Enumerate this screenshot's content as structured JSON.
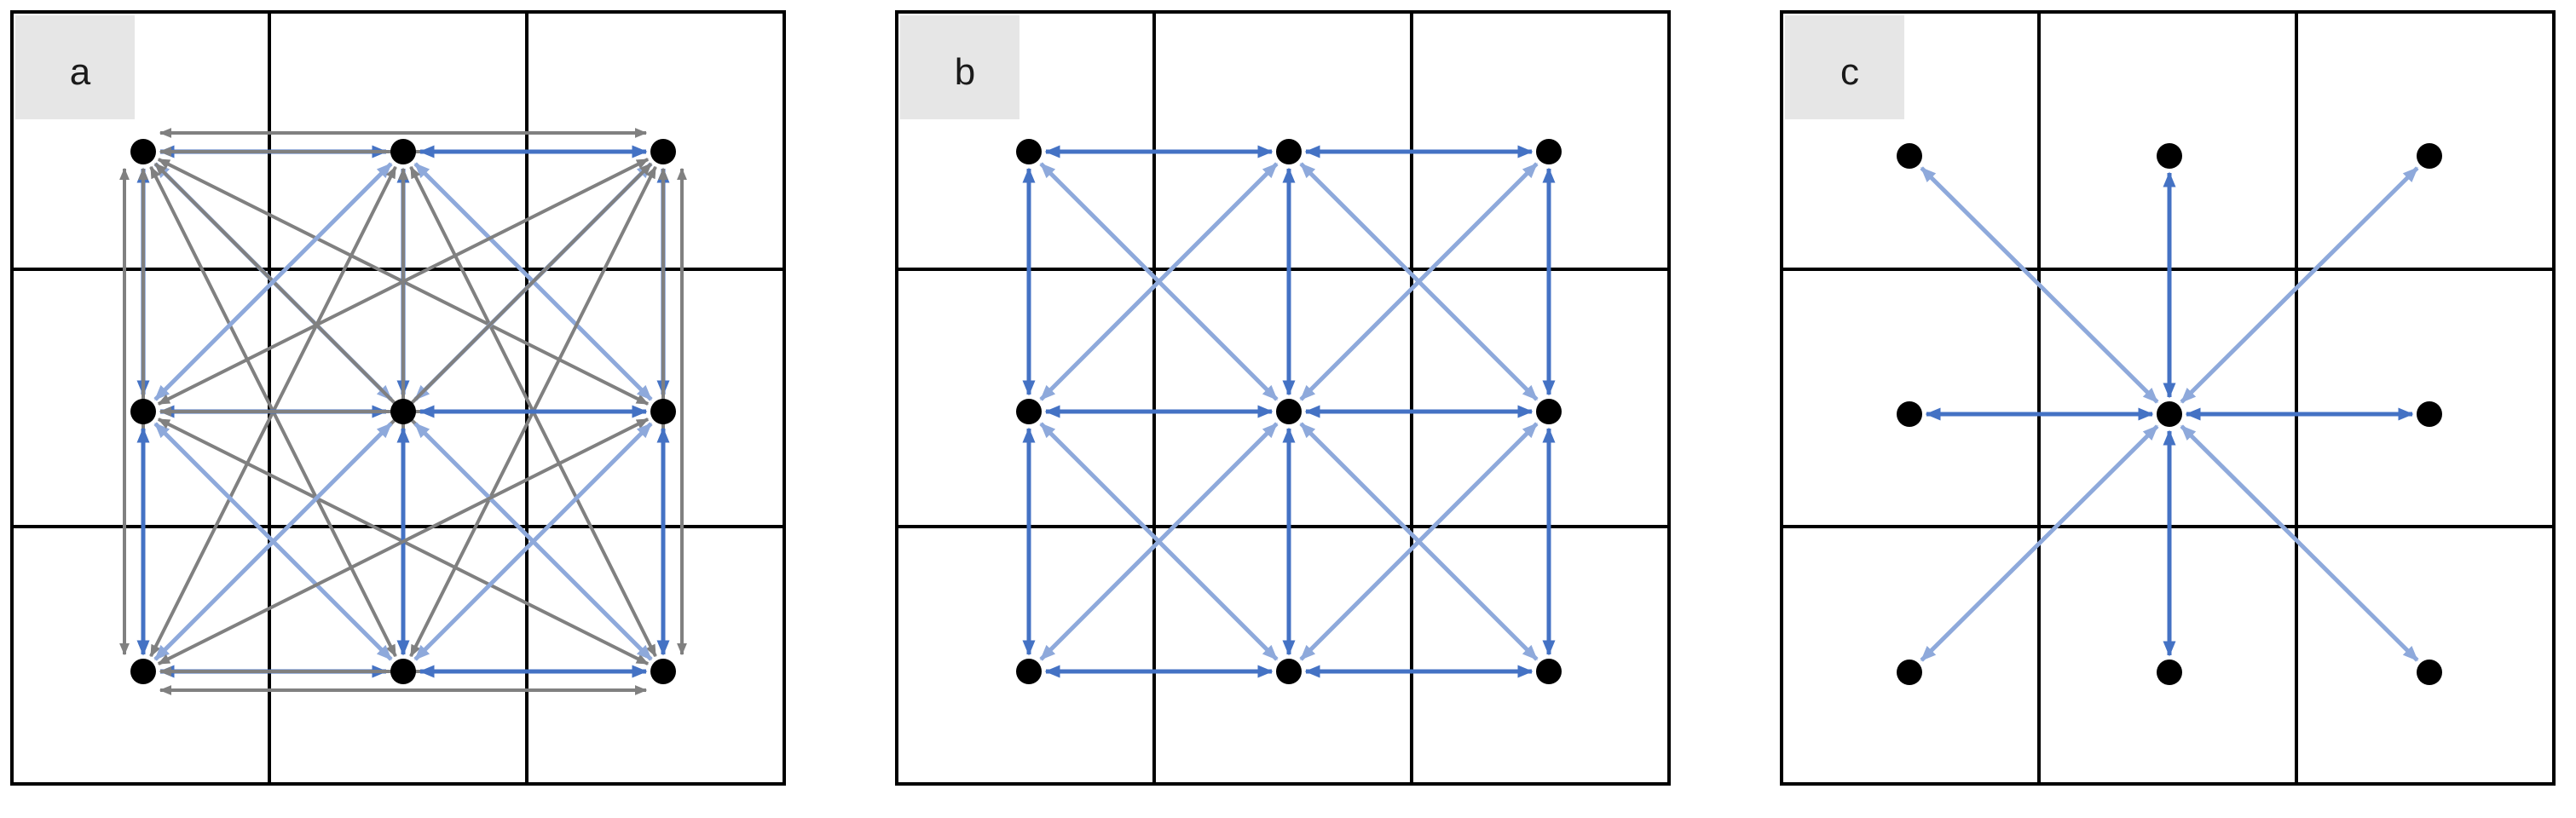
{
  "figure": {
    "colors": {
      "grid": "#000000",
      "node": "#000000",
      "primary_arrow": "#4472C4",
      "diagonal_arrow": "#8EA9DB",
      "long_arrow": "#808080",
      "label_box": "#E6E6E6"
    },
    "grid": {
      "rows": 3,
      "cols": 3
    },
    "panels": [
      {
        "label": "a",
        "description": "all-to-all"
      },
      {
        "label": "b",
        "description": "nearest-neighbour"
      },
      {
        "label": "c",
        "description": "center-to-all"
      }
    ]
  }
}
